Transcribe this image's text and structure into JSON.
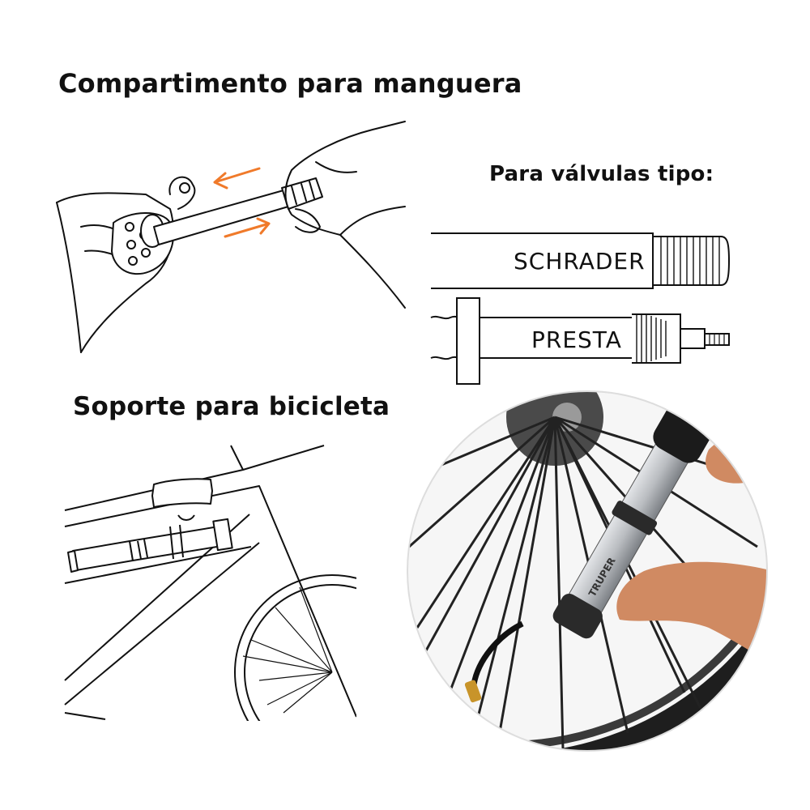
{
  "headings": {
    "hose_compartment": "Compartimento para manguera",
    "valve_types": "Para válvulas tipo:",
    "bike_mount": "Soporte para bicicleta"
  },
  "valves": {
    "schrader": "SCHRADER",
    "presta": "PRESTA"
  },
  "photo": {
    "brand": "TRUPER"
  },
  "colors": {
    "arrow": "#f07a2a",
    "line": "#111111",
    "pump_silver": "#b9bcc0",
    "tire": "#1e1e1e"
  }
}
